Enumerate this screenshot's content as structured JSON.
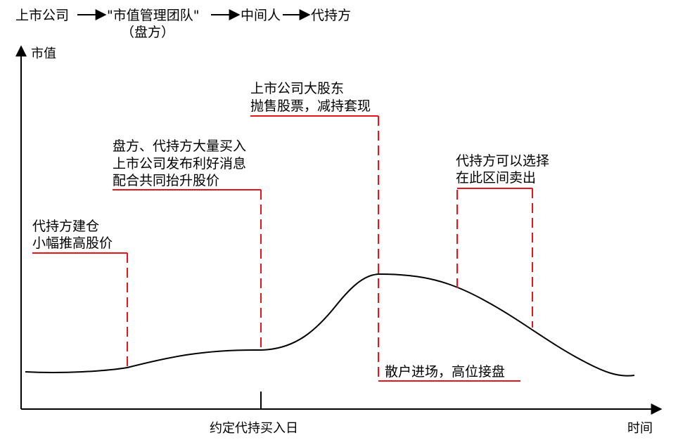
{
  "flow": {
    "step1": "上市公司",
    "step2": "\"市值管理团队\"",
    "step2_sub": "（盘方）",
    "step3": "中间人",
    "step4": "代持方"
  },
  "axes": {
    "y_label": "市值",
    "x_label": "时间",
    "x_marker_label": "约定代持买入日"
  },
  "annotations": {
    "stage1": [
      "代持方建仓",
      "小幅推高股价"
    ],
    "stage2": [
      "盘方、代持方大量买入",
      "上市公司发布利好消息",
      "配合共同抬升股价"
    ],
    "stage3": [
      "上市公司大股东",
      "抛售股票，减持套现"
    ],
    "stage4": "散户进场，高位接盘",
    "stage5": [
      "代持方可以选择",
      "在此区间卖出"
    ]
  },
  "colors": {
    "annotation": "#e8141b",
    "axis": "#000000",
    "curve": "#000000"
  }
}
